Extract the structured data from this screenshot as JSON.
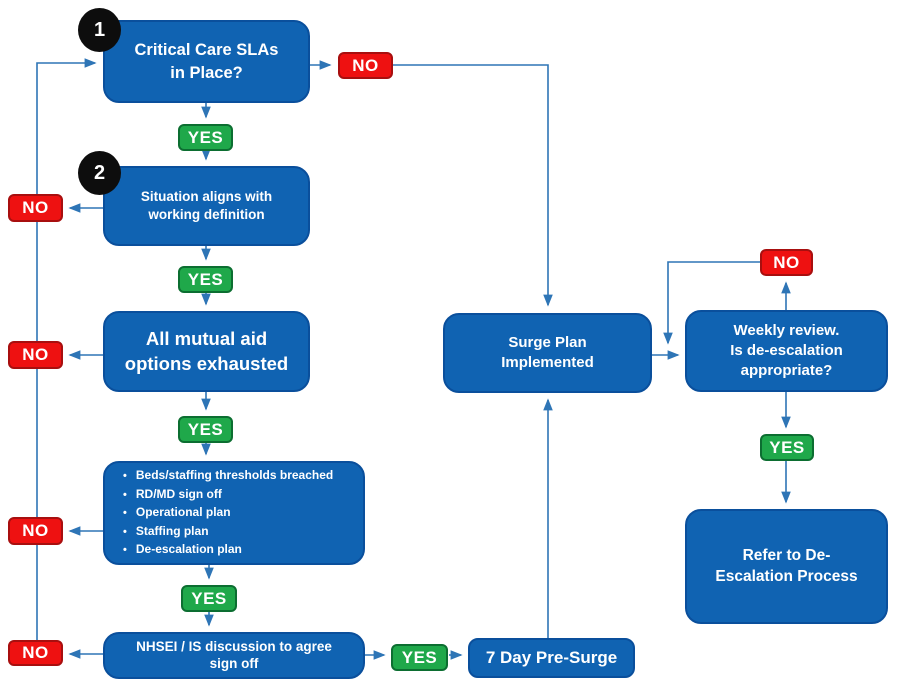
{
  "diagram": {
    "labels": {
      "yes": "YES",
      "no": "NO"
    },
    "steps": {
      "one": "1",
      "two": "2"
    },
    "nodes": {
      "sla_check": {
        "lines": [
          "Critical Care SLAs",
          "in Place?"
        ]
      },
      "situation": {
        "lines": [
          "Situation aligns with",
          "working definition"
        ]
      },
      "mutual_aid": {
        "lines": [
          "All mutual aid",
          "options exhausted"
        ]
      },
      "criteria": {
        "items": [
          "Beds/staffing thresholds breached",
          "RD/MD sign off",
          "Operational plan",
          "Staffing plan",
          "De-escalation plan"
        ]
      },
      "nhsei_signoff": {
        "lines": [
          "NHSEI / IS discussion to agree",
          "sign off"
        ]
      },
      "pre_surge": {
        "text": "7 Day Pre-Surge"
      },
      "surge_plan": {
        "lines": [
          "Surge Plan",
          "Implemented"
        ]
      },
      "weekly_review": {
        "lines": [
          "Weekly review.",
          "Is de-escalation",
          "appropriate?"
        ]
      },
      "refer_deescalation": {
        "lines": [
          "Refer to De-",
          "Escalation Process"
        ]
      }
    },
    "colors": {
      "node_fill": "#1063b2",
      "node_border": "#0a4f9c",
      "connector": "#2e75b6",
      "no_fill": "#ee1111",
      "no_border": "#a80f0f",
      "yes_fill": "#1fa84a",
      "yes_border": "#0c6e31",
      "step_marker": "#0d0d0d"
    }
  }
}
